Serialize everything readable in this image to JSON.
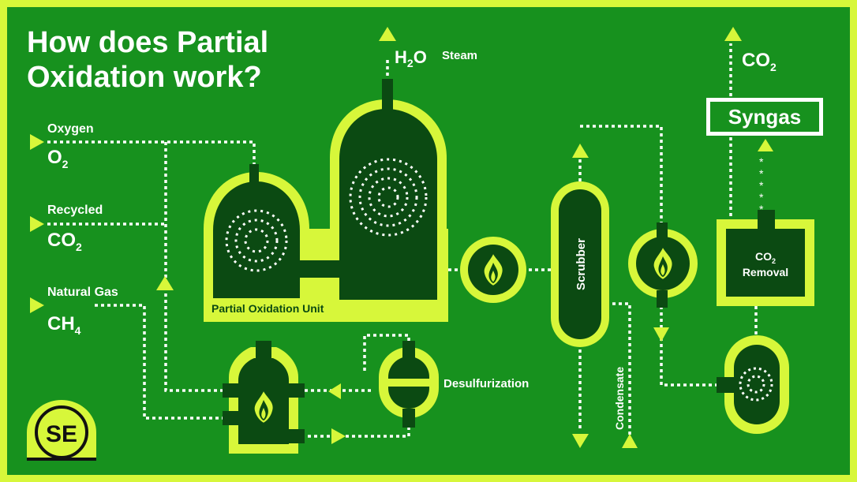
{
  "colors": {
    "border": "#d7f73a",
    "background": "#17911e",
    "vessel_fill": "#0b4a12",
    "accent": "#d7f73a",
    "line": "#ffffff"
  },
  "title": {
    "line1": "How does Partial",
    "line2": "Oxidation work?"
  },
  "inputs": {
    "oxygen": {
      "name": "Oxygen",
      "formula_main": "O",
      "formula_sub": "2"
    },
    "recycled": {
      "name": "Recycled",
      "formula_main": "CO",
      "formula_sub": "2"
    },
    "natural_gas": {
      "name": "Natural Gas",
      "formula_main": "CH",
      "formula_sub": "4"
    }
  },
  "outputs": {
    "steam": {
      "formula_main": "H",
      "formula_sub": "2",
      "formula_end": "O",
      "label": "Steam"
    },
    "co2": {
      "formula_main": "CO",
      "formula_sub": "2"
    },
    "syngas": "Syngas",
    "condensate": "Condensate"
  },
  "units": {
    "partial_oxidation": "Partial Oxidation Unit",
    "scrubber": "Scrubber",
    "desulfurization": "Desulfurization",
    "co2_removal_main": "CO",
    "co2_removal_sub": "2",
    "co2_removal_line2": "Removal"
  },
  "logo": {
    "text": "SE"
  },
  "icons": [
    "flame-icon",
    "swirl-icon",
    "arrow-icon",
    "logo-icon"
  ]
}
